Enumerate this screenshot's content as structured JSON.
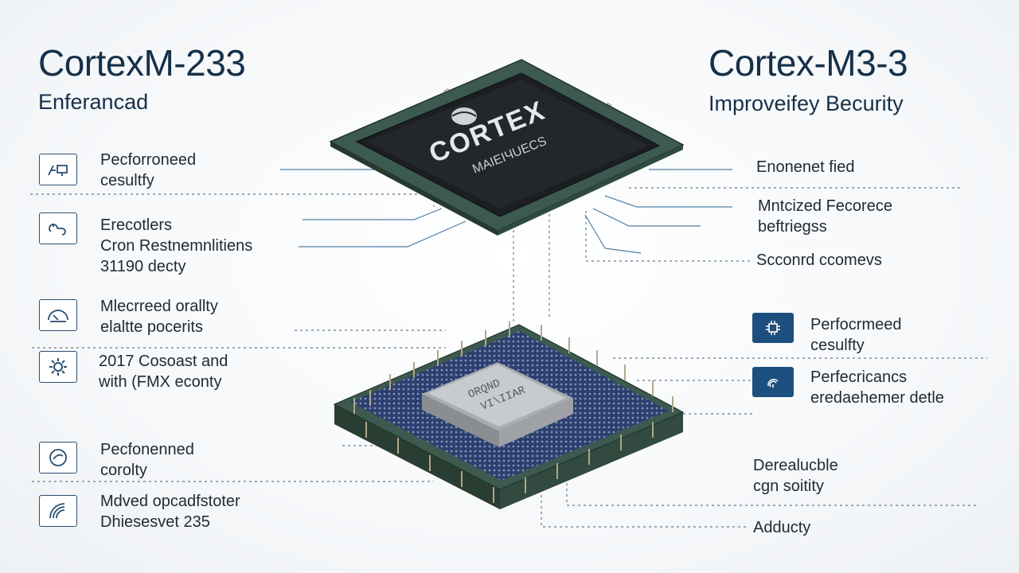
{
  "header": {
    "left_title": "CortexM-233",
    "left_subtitle": "Enferancad",
    "right_title": "Cortex-M3-3",
    "right_subtitle": "Improveifey Becurity"
  },
  "chip_top": {
    "brand": "CORTEX",
    "model": "MAIEIЧUECS"
  },
  "chip_bottom": {
    "die_line1": "ORQND",
    "die_line2": "VI\\IIAR"
  },
  "left_features": [
    {
      "icon": "monitor-icon",
      "lines": [
        "Pecforroneed",
        "cesultfy"
      ]
    },
    {
      "icon": "circuit-icon",
      "lines": [
        "Erecotlers",
        "Cron Restnemnlitiens",
        "31190 decty"
      ]
    },
    {
      "icon": "speedometer-icon",
      "lines": [
        "Mlecrreed orallty",
        "elaltte pocerits"
      ]
    },
    {
      "icon": "gear-icon",
      "lines": [
        "2017 Cosoast and",
        "with (FMX econty"
      ]
    },
    {
      "icon": "gauge-icon",
      "lines": [
        "Pecfonenned",
        "corolty"
      ]
    },
    {
      "icon": "signal-icon",
      "lines": [
        "Mdved opcadfstoter",
        "Dhiesesvet 235"
      ]
    }
  ],
  "right_features": [
    {
      "lines": [
        "Enonenet fied"
      ]
    },
    {
      "lines": [
        "Mntcized Fecorece",
        "beftriegss"
      ]
    },
    {
      "lines": [
        "Scconrd ccomevs"
      ]
    },
    {
      "icon": "chip-icon",
      "lines": [
        "Perfocrmeed",
        "cesulfty"
      ]
    },
    {
      "icon": "fingerprint-icon",
      "lines": [
        "Perfecricancs",
        "eredaehemer detle"
      ]
    },
    {
      "lines": [
        "Derealucble",
        "cgn soitity"
      ]
    },
    {
      "lines": [
        "Adducty"
      ]
    }
  ],
  "colors": {
    "navy": "#163049",
    "icon_blue": "#1d4f7e",
    "pcb_green": "#3c5a4f",
    "grid_blue": "#2c3f6e",
    "line_blue": "#4f7fa6"
  }
}
